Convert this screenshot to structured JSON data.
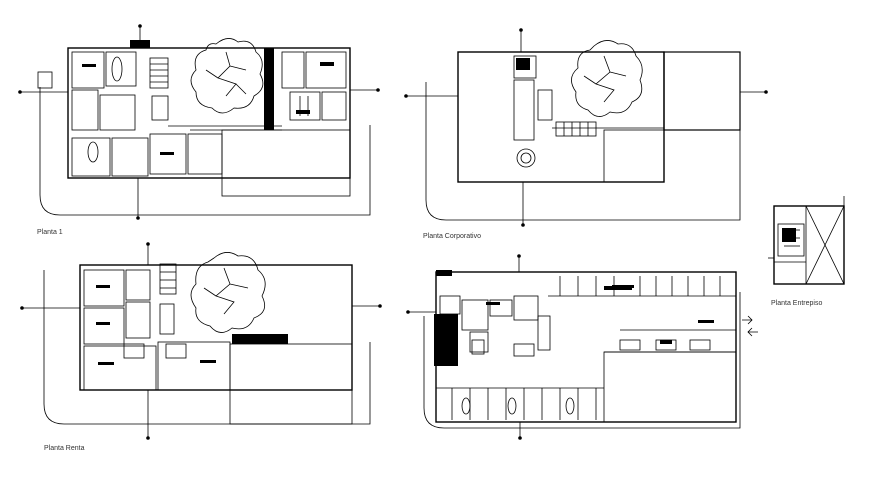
{
  "labels": {
    "planta1": "Planta 1",
    "corporativo": "Planta Corporativo",
    "renta": "Planta Renta",
    "entrepiso": "Planta Entrepiso"
  },
  "colors": {
    "line": "#000000",
    "fill": "#000000",
    "label": "#333333",
    "background": "#ffffff"
  }
}
